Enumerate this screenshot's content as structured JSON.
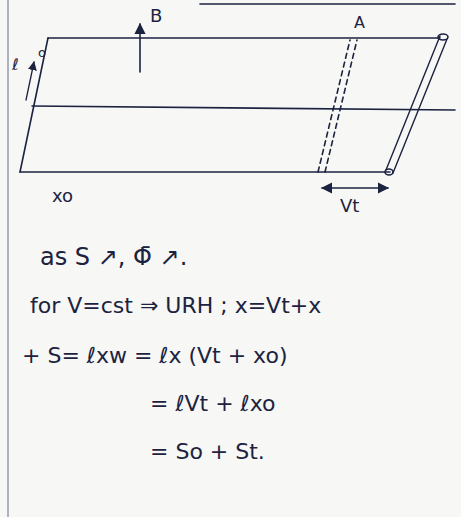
{
  "diagram": {
    "labels": [
      "B",
      "A",
      "ℓ",
      "o",
      "xo",
      "Vt",
      "as S ↗, Φ̄ ↗.",
      "for V=cst ⇒ URH ; x=Vt+x",
      "+ S= ℓxw = ℓx (Vt + xo)",
      "= ℓVt + ℓxo",
      "= So + St."
    ]
  }
}
